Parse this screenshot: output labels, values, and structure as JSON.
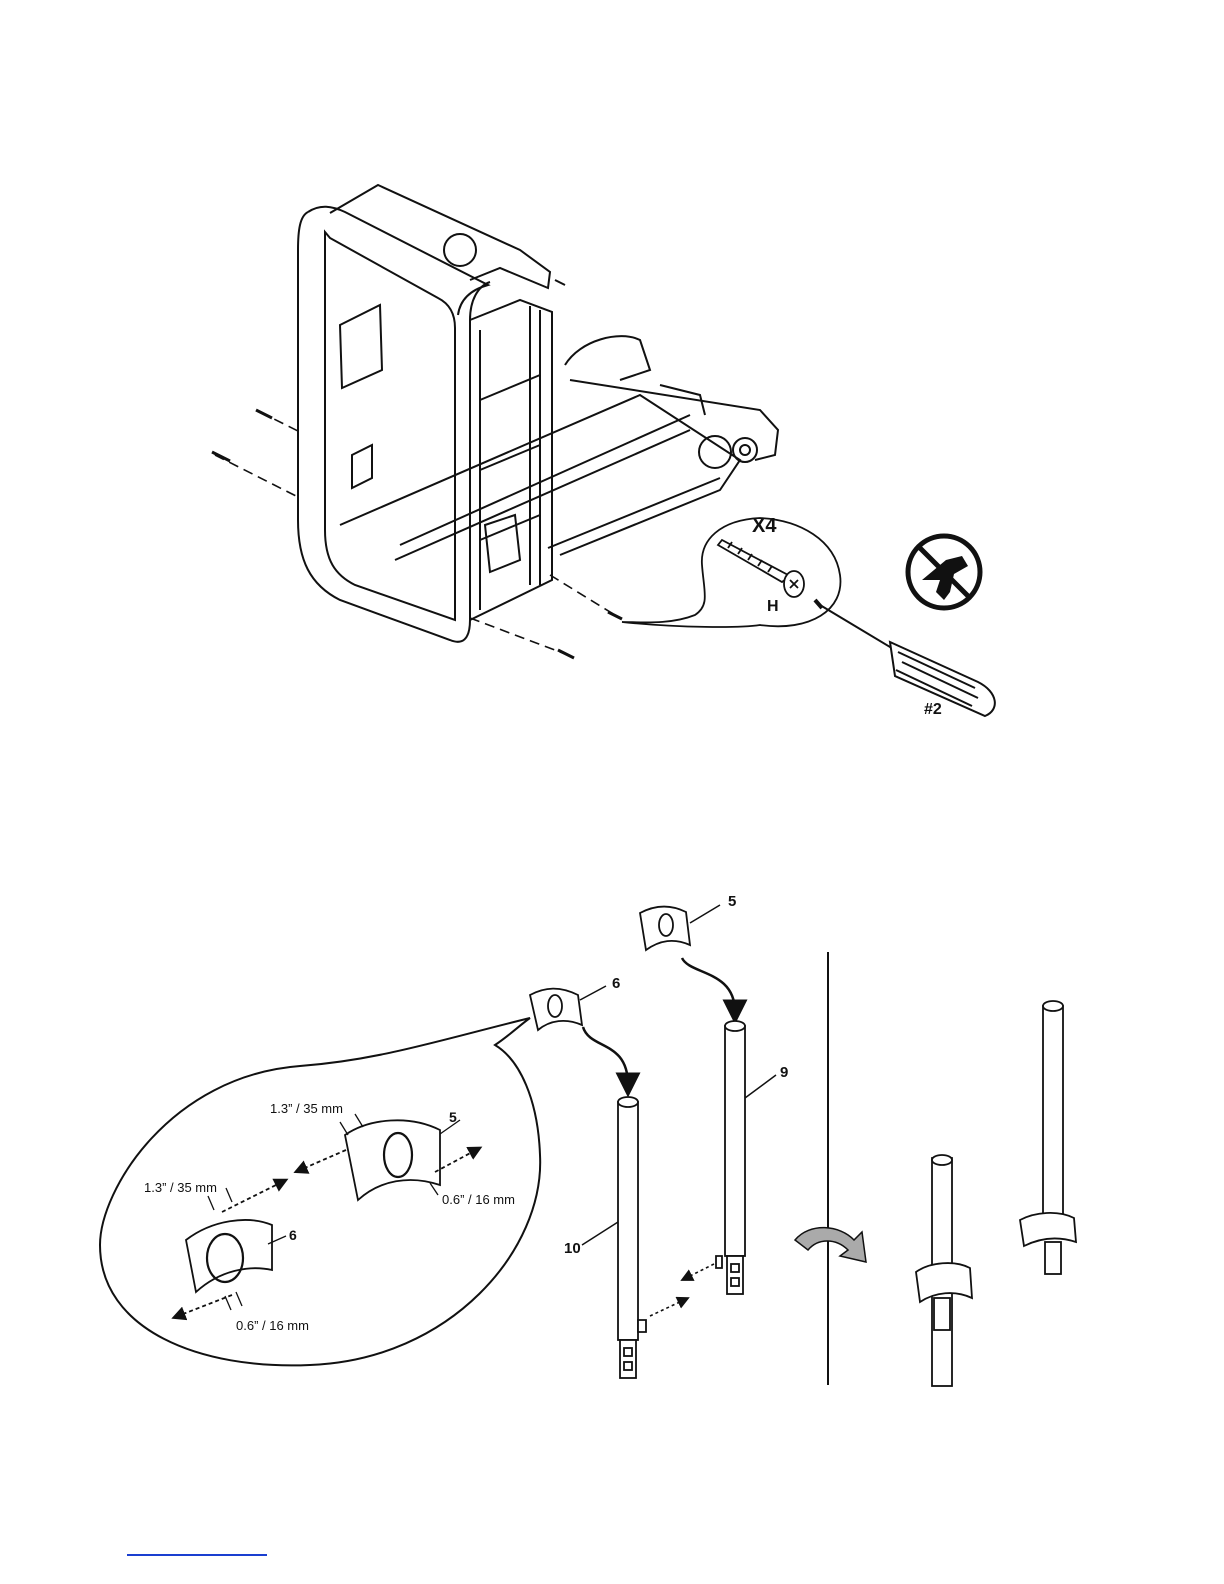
{
  "step1": {
    "quantity": "X4",
    "hardware_letter": "H",
    "screwdriver_size": "#2",
    "no_power_drill_icon": "no-power-drill-icon"
  },
  "step2": {
    "part_labels": {
      "top_cap": "5",
      "middle_cap": "6",
      "right_tube": "9",
      "left_tube": "10"
    },
    "detail": {
      "cap5_label": "5",
      "cap6_label": "6",
      "cap5_long": "1.3” / 35 mm",
      "cap5_short": "0.6” / 16 mm",
      "cap6_long": "1.3” / 35 mm",
      "cap6_short": "0.6” / 16 mm"
    },
    "rotate_icon": "rotate-arrow-icon"
  },
  "colors": {
    "line": "#111111",
    "footer_link": "#1a3fd0"
  }
}
